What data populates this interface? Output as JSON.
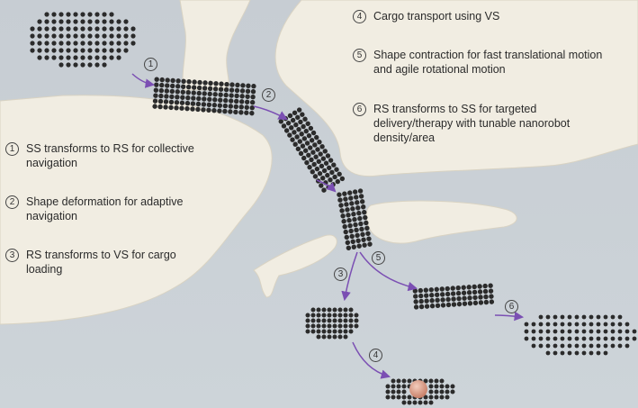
{
  "steps": [
    {
      "num": "1",
      "text": "SS transforms to RS for collective navigation"
    },
    {
      "num": "2",
      "text": "Shape deformation for adaptive navigation"
    },
    {
      "num": "3",
      "text": "RS transforms to VS for cargo loading"
    },
    {
      "num": "4",
      "text": "Cargo transport using VS"
    },
    {
      "num": "5",
      "text": "Shape contraction for fast translational motion and agile rotational motion"
    },
    {
      "num": "6",
      "text": "RS transforms to SS for targeted delivery/therapy with tunable nanorobot density/area"
    }
  ],
  "colors": {
    "tissue": "#f1ede2",
    "tissue_edge": "#d9d3c3",
    "background": "#c9d0d6",
    "swarm": "#2b2b2b",
    "arrow": "#7b4fb3",
    "cargo": "#d9a088"
  }
}
